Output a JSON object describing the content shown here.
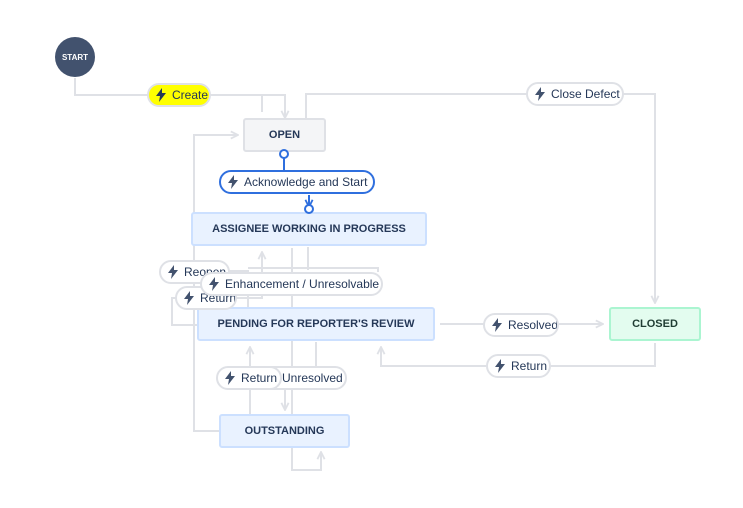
{
  "start": {
    "label": "START"
  },
  "statuses": {
    "open": "OPEN",
    "assignee_working": "ASSIGNEE WORKING IN PROGRESS",
    "pending_review": "PENDING FOR REPORTER'S REVIEW",
    "outstanding": "OUTSTANDING",
    "closed": "CLOSED"
  },
  "transitions": {
    "create": "Create",
    "close_defect": "Close Defect",
    "acknowledge_and_start": "Acknowledge and Start",
    "reopen": "Reopen",
    "enhancement_unresolvable": "Enhancement / Unresolvable",
    "return_left": "Return",
    "resolved": "Resolved",
    "return_closed": "Return",
    "return_outstanding": "Return",
    "unresolved": "Unresolved"
  },
  "colors": {
    "start_fill": "#42526e",
    "todo_fill": "#f4f5f7",
    "in_progress_fill": "#e9f2ff",
    "done_fill": "#e3fcef",
    "connector": "#dfe1e6",
    "selected": "#2f6fde",
    "highlight": "#ffff00"
  },
  "icons": {
    "transition": "lightning-bolt-icon"
  }
}
